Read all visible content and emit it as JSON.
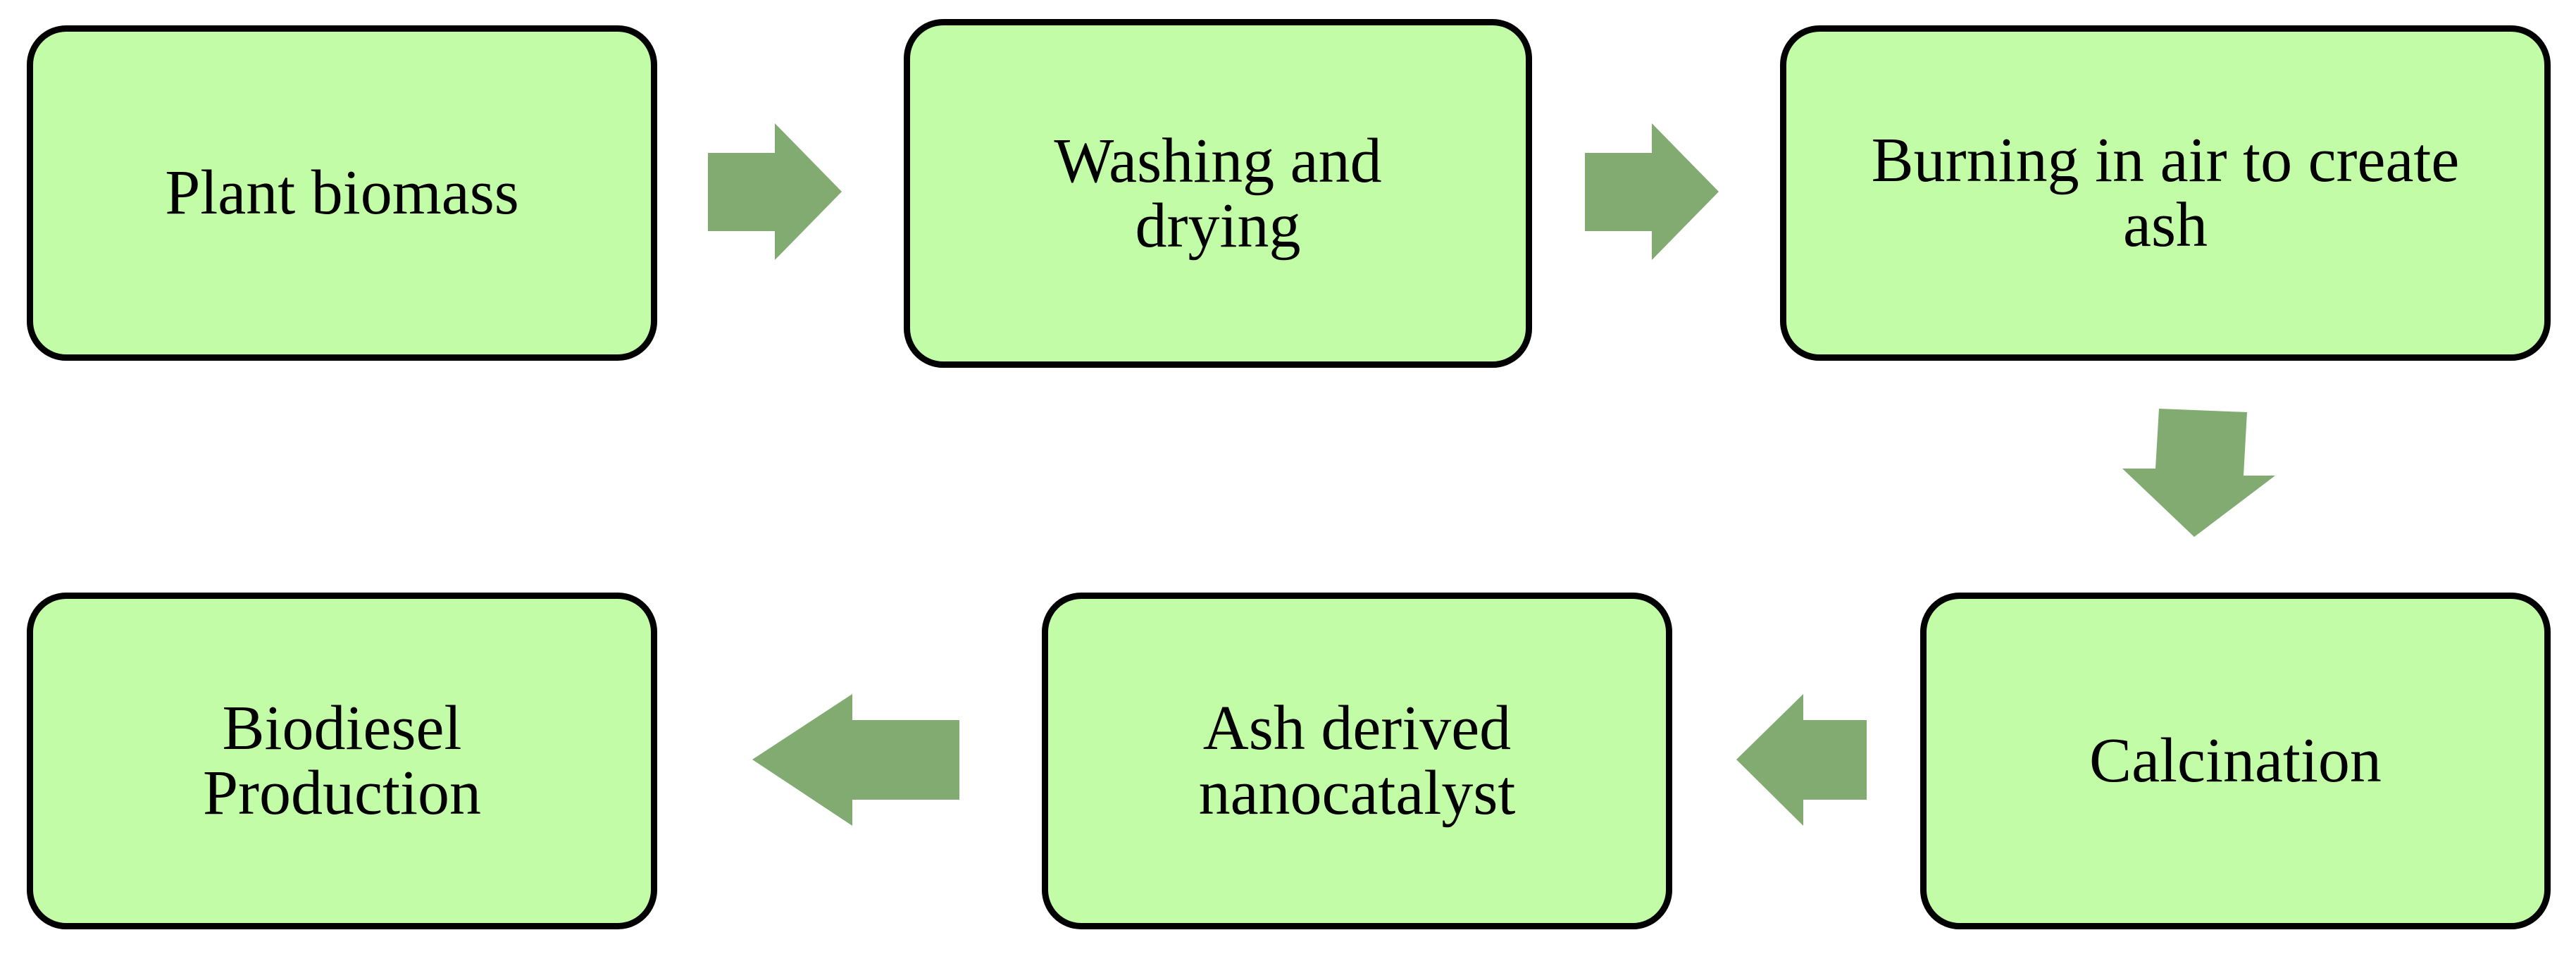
{
  "steps": [
    {
      "id": "plant-biomass",
      "label": "Plant biomass"
    },
    {
      "id": "washing-drying",
      "label": "Washing and\ndrying"
    },
    {
      "id": "burning-ash",
      "label": "Burning in air to create\nash"
    },
    {
      "id": "calcination",
      "label": "Calcination"
    },
    {
      "id": "ash-nanocatalyst",
      "label": "Ash derived\nnanocatalyst"
    },
    {
      "id": "biodiesel-production",
      "label": "Biodiesel\nProduction"
    }
  ],
  "colors": {
    "box_fill": "#c3fca6",
    "box_border": "#000000",
    "arrow_fill": "#82ab72"
  }
}
